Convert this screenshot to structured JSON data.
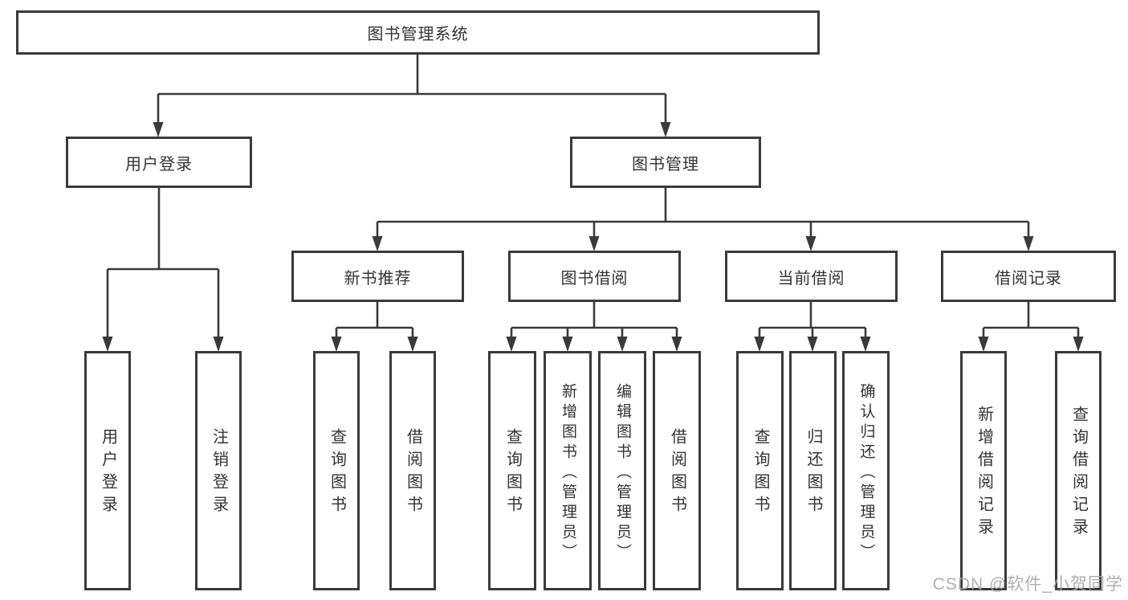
{
  "tree": {
    "label": "图书管理系统",
    "children": [
      {
        "label": "用户登录",
        "children": [
          {
            "label": "用户登录"
          },
          {
            "label": "注销登录"
          }
        ]
      },
      {
        "label": "图书管理",
        "children": [
          {
            "label": "新书推荐",
            "children": [
              {
                "label": "查询图书"
              },
              {
                "label": "借阅图书"
              }
            ]
          },
          {
            "label": "图书借阅",
            "children": [
              {
                "label": "查询图书"
              },
              {
                "label": "新增图书（管理员）"
              },
              {
                "label": "编辑图书（管理员）"
              },
              {
                "label": "借阅图书"
              }
            ]
          },
          {
            "label": "当前借阅",
            "children": [
              {
                "label": "查询图书"
              },
              {
                "label": "归还图书"
              },
              {
                "label": "确认归还（管理员）"
              }
            ]
          },
          {
            "label": "借阅记录",
            "children": [
              {
                "label": "新增借阅记录"
              },
              {
                "label": "查询借阅记录"
              }
            ]
          }
        ]
      }
    ]
  },
  "watermark": {
    "text": "CSDN @软件_小贺同学"
  },
  "colors": {
    "line": "#3a3a3a",
    "box_background": "#ffffff",
    "label_text": "#333333",
    "watermark_text": "#a8a8a8"
  }
}
